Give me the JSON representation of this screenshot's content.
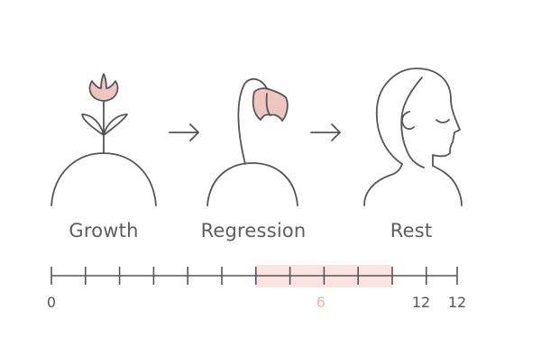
{
  "stages": [
    {
      "label": "Growth",
      "icon": "sprouting-flower-icon"
    },
    {
      "label": "Regression",
      "icon": "wilting-flower-icon"
    },
    {
      "label": "Rest",
      "icon": "resting-woman-profile-icon"
    }
  ],
  "timeline": {
    "tick_labels": [
      "0",
      "6",
      "12",
      "12"
    ],
    "highlighted_label": "6",
    "highlight_range": [
      6,
      10
    ],
    "max": 12,
    "tick_count": 13
  },
  "colors": {
    "line": "#555555",
    "petal": "#eec5c0",
    "highlight_fill": "#fbe3e2",
    "highlight_label": "#f0b7ae",
    "text": "#5e5e5e"
  }
}
